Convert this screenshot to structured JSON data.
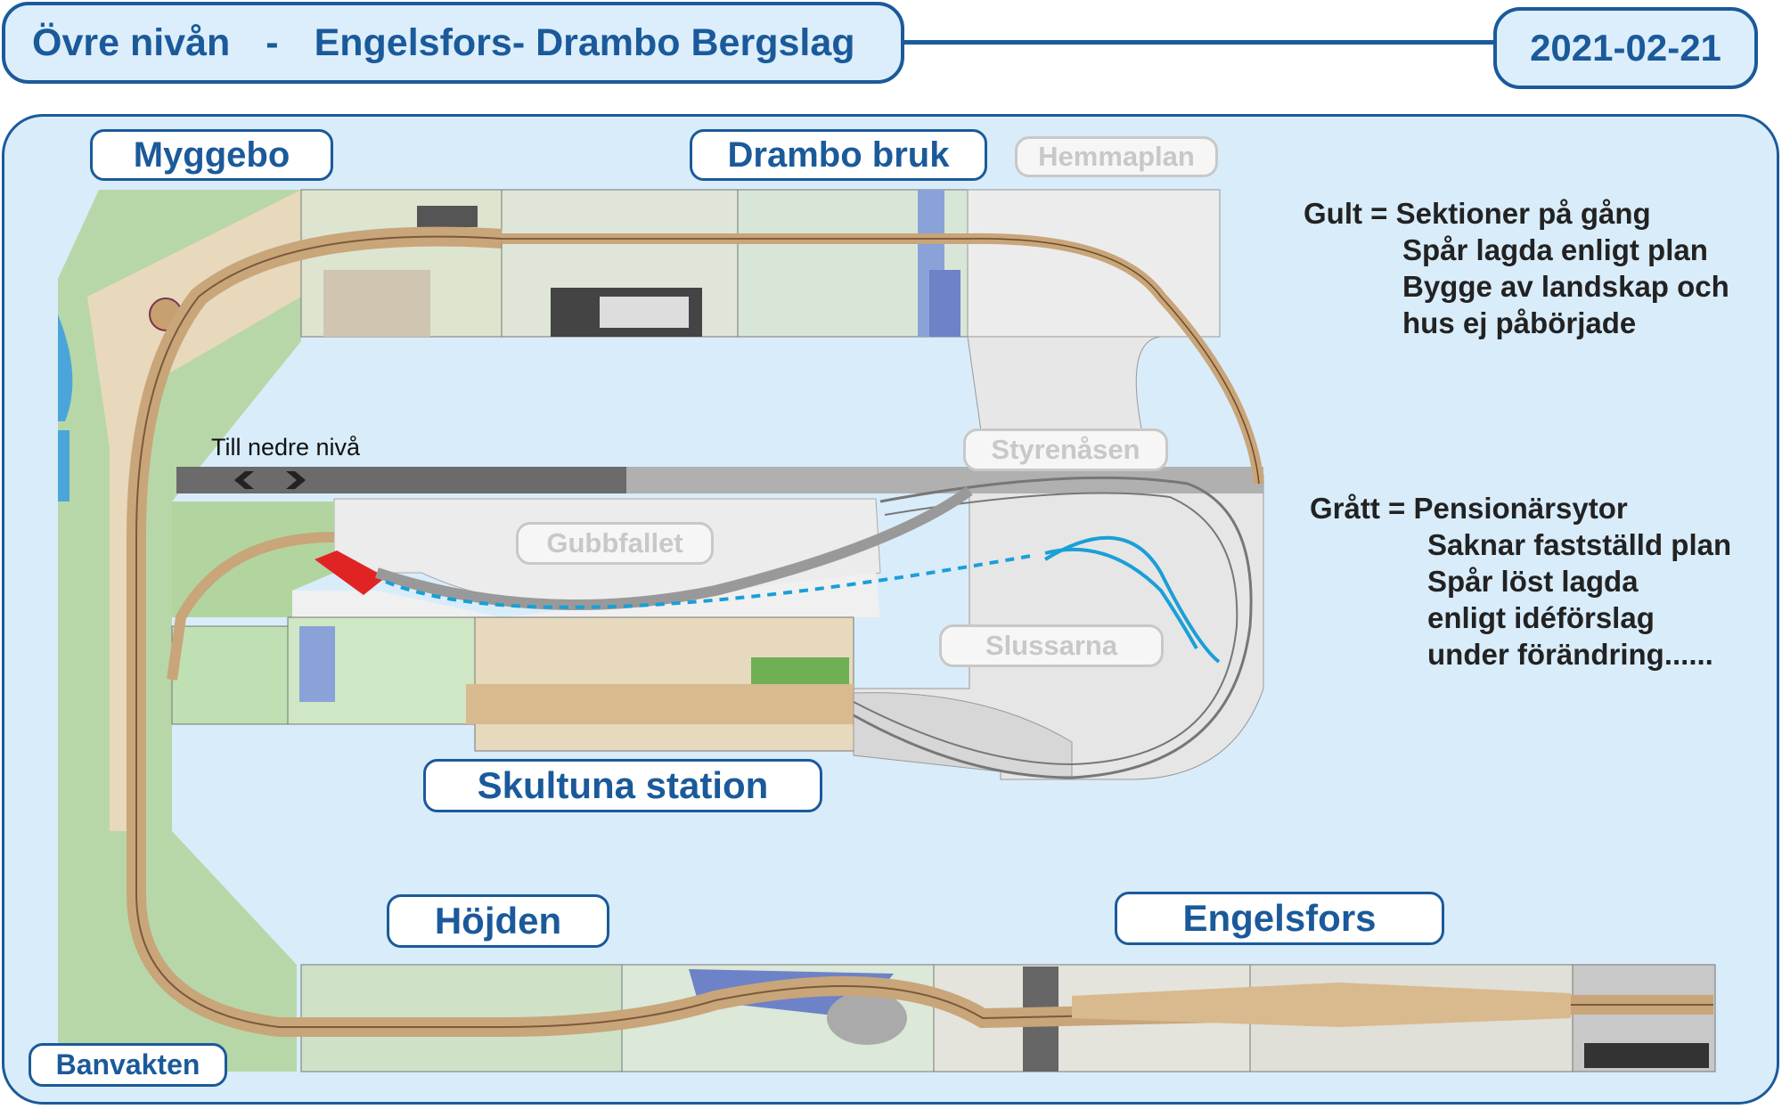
{
  "header": {
    "title_part1": "Övre nivån",
    "title_sep": "-",
    "title_part2": "Engelsfors- Drambo Bergslag",
    "date": "2021-02-21"
  },
  "stations": {
    "myggebo": "Myggebo",
    "drambo_bruk": "Drambo bruk",
    "hemmaplan": "Hemmaplan",
    "styrenasen": "Styrenåsen",
    "gubbfallet": "Gubbfallet",
    "slussarna": "Slussarna",
    "skultuna": "Skultuna station",
    "hojden": "Höjden",
    "engelsfors": "Engelsfors",
    "banvakten": "Banvakten"
  },
  "track_label": "Till nedre nivå",
  "legend_yellow": {
    "head": "Gult = Sektioner på gång",
    "lines": [
      "Spår lagda enligt plan",
      "Bygge av landskap och",
      "hus ej påbörjade"
    ]
  },
  "legend_grey": {
    "head": "Grått = Pensionärsytor",
    "lines": [
      "Saknar fastställd plan",
      "Spår löst lagda",
      "enligt idéförslag",
      "under förändring......"
    ]
  },
  "colors": {
    "brand_blue": "#1b5a9a",
    "panel_bg": "#d9ecfa",
    "track_tan": "#dcc3a0",
    "grey_section": "#d8d8d8",
    "proposal_line": "#1a9fd6"
  }
}
